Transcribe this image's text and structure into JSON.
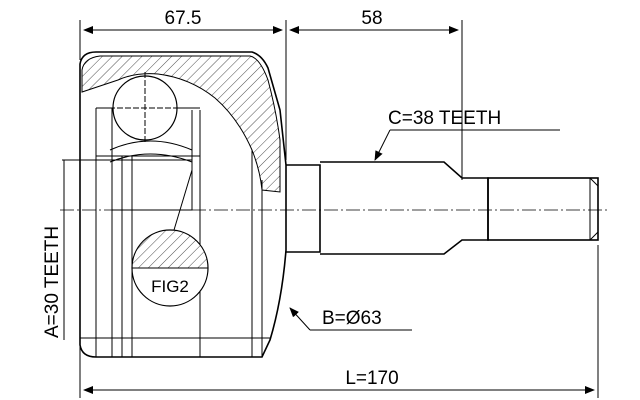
{
  "dimensions": {
    "housing_length": "67.5",
    "shaft_length": "58",
    "total_length": "L=170"
  },
  "labels": {
    "outer_spline": "C=38 TEETH",
    "inner_spline": "A=30 TEETH",
    "housing_diameter": "B=Ø63",
    "detail_reference": "FIG2"
  }
}
